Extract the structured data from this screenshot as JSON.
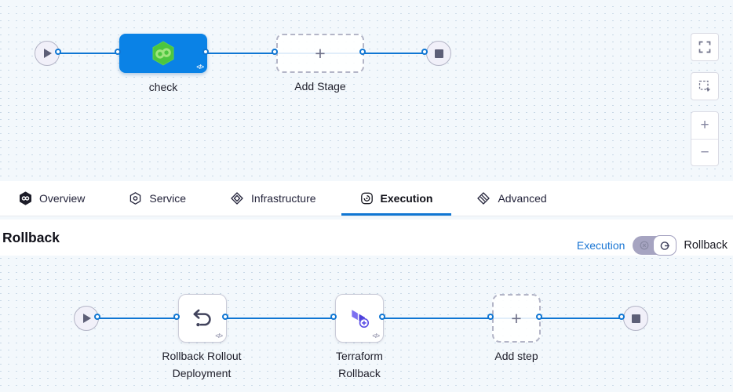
{
  "colors": {
    "primary_blue": "#0f76d3",
    "stage_blue": "#0a82e6",
    "harness_green": "#4cc63f",
    "terraform_purple": "#5c4ee5",
    "canvas_bg": "#f3f8fc"
  },
  "icons": {
    "plus": "+",
    "minus": "−",
    "code": "</>"
  },
  "pipeline": {
    "stage_label": "check",
    "add_stage_label": "Add Stage"
  },
  "tabs": [
    {
      "label": "Overview"
    },
    {
      "label": "Service"
    },
    {
      "label": "Infrastructure"
    },
    {
      "label": "Execution",
      "active": true
    },
    {
      "label": "Advanced"
    }
  ],
  "rollback": {
    "heading": "Rollback",
    "execution_link_label": "Execution",
    "rollback_toggle_label": "Rollback",
    "steps": [
      {
        "label": "Rollback Rollout Deployment"
      },
      {
        "label": "Terraform Rollback"
      }
    ],
    "add_step_label": "Add step"
  }
}
